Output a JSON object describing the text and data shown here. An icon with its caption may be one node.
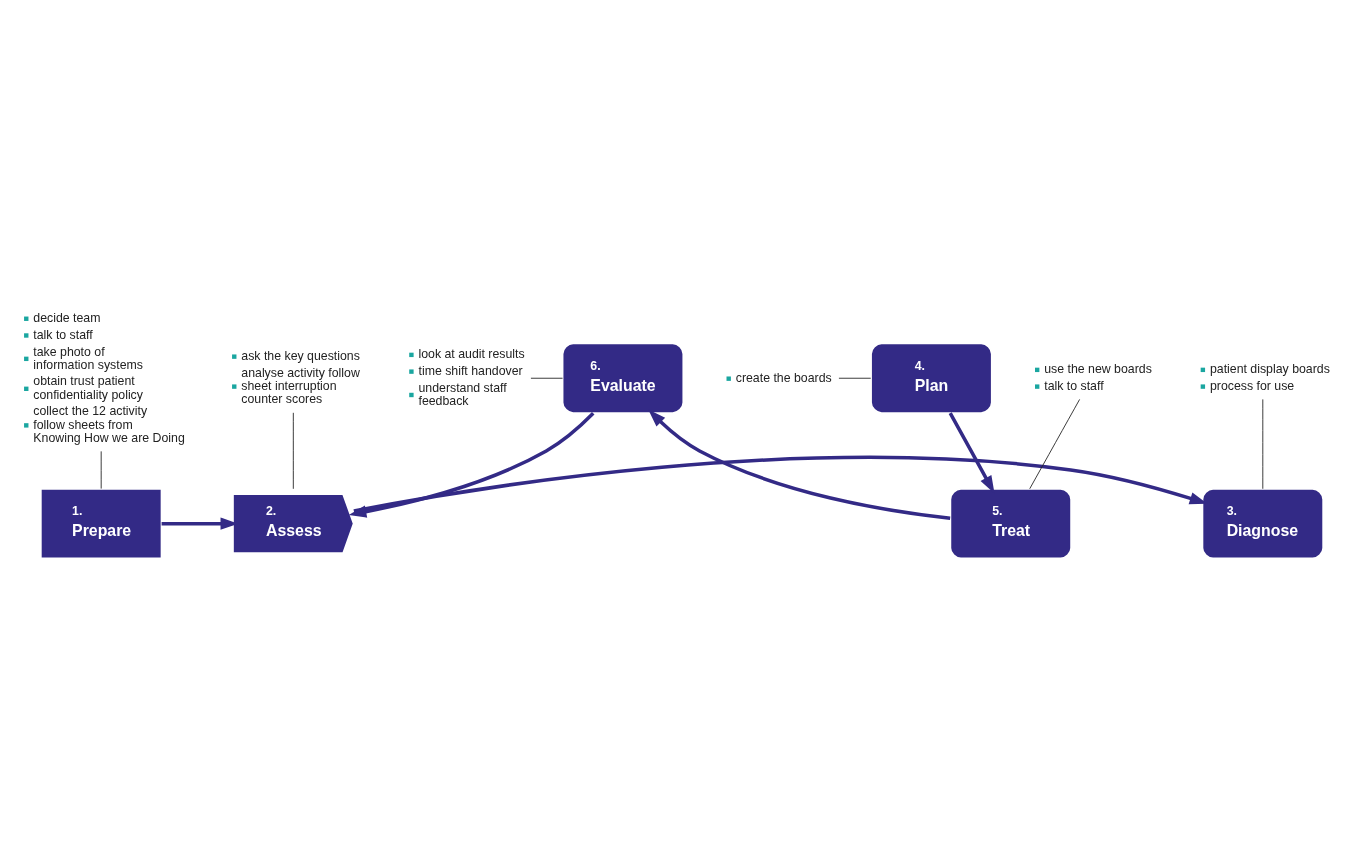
{
  "diagram": {
    "nodes": [
      {
        "text": [
          "decide team",
          "talk to staff",
          "take photo of information systems",
          "obtain trust patient confidentiality policy",
          "collect the 12 activity follow sheets from Knowing How we are Doing"
        ]
      },
      {
        "text": [
          "ask the key questions",
          "analyse activity follow sheet interruption counter scores"
        ]
      },
      {
        "text": [
          "1.",
          "Prepare"
        ]
      },
      {
        "text": [
          "2.",
          "Assess"
        ]
      },
      {
        "text": [
          "3.",
          "Diagnose"
        ]
      },
      {
        "text": [
          "patient display boards",
          "process for use"
        ]
      },
      {
        "text": [
          "6.",
          "Evaluate"
        ]
      },
      {
        "text": [
          "4.",
          "Plan"
        ]
      },
      {
        "text": [
          "look at audit results",
          "time shift handover",
          "understand staff feedback"
        ]
      },
      {
        "text": [
          "create the boards"
        ]
      },
      {
        "text": [
          "5.",
          "Treat"
        ]
      },
      {
        "text": [
          "use the new boards",
          "talk to staff"
        ]
      }
    ],
    "edges": [
      {
        "from": 2,
        "to": 3,
        "arrow": "to",
        "style": "thick",
        "color": "#332a86"
      },
      {
        "from": 3,
        "to": 4,
        "arrow": "to",
        "style": "thick",
        "color": "#332a86"
      },
      {
        "from": 7,
        "to": 10,
        "arrow": "to",
        "style": "thick",
        "color": "#332a86"
      },
      {
        "from": 10,
        "to": 6,
        "arrow": "to",
        "style": "thick",
        "color": "#332a86"
      },
      {
        "from": 6,
        "to": 3,
        "arrow": "to",
        "style": "thick",
        "color": "#332a86"
      },
      {
        "from": 0,
        "to": 2,
        "arrow": "none"
      },
      {
        "from": 1,
        "to": 3,
        "arrow": "none"
      },
      {
        "from": 5,
        "to": 4,
        "arrow": "none"
      },
      {
        "from": 8,
        "to": 6,
        "arrow": "none"
      },
      {
        "from": 9,
        "to": 7,
        "arrow": "none"
      },
      {
        "from": 11,
        "to": 10,
        "arrow": "none"
      }
    ]
  }
}
